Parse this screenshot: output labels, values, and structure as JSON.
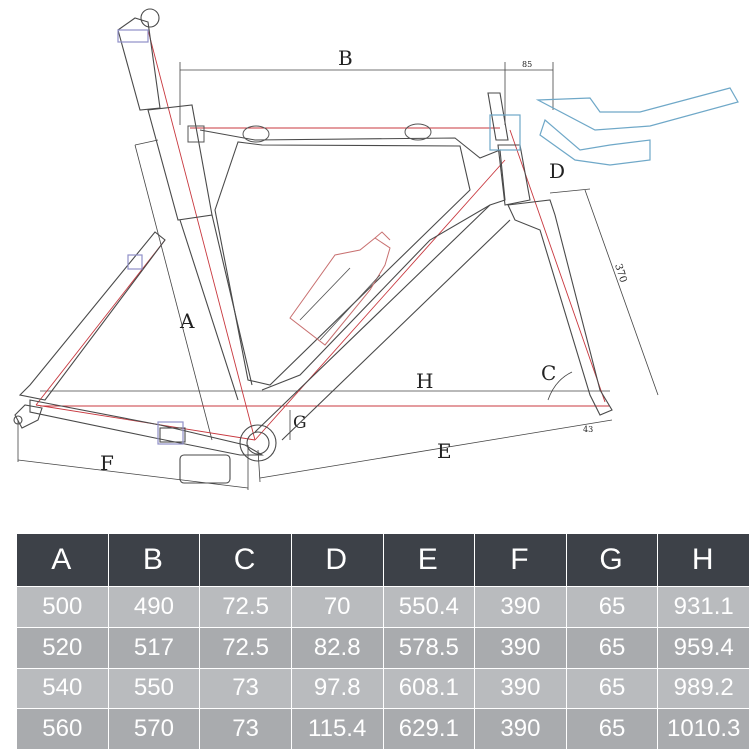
{
  "diagram": {
    "dimension_labels": {
      "a": "A",
      "b": "B",
      "c": "C",
      "d": "D",
      "e": "E",
      "f": "F",
      "g": "G",
      "h": "H"
    },
    "annotations": {
      "handlebar_offset": "85",
      "fork_length": "370",
      "fork_offset": "43"
    },
    "colors": {
      "frame_line": "#4a4a4a",
      "centerline": "#c8383f",
      "handlebar": "#6fa8c8",
      "clamp": "#9090c8"
    }
  },
  "table": {
    "headers": [
      "A",
      "B",
      "C",
      "D",
      "E",
      "F",
      "G",
      "H"
    ],
    "rows": [
      [
        "500",
        "490",
        "72.5",
        "70",
        "550.4",
        "390",
        "65",
        "931.1"
      ],
      [
        "520",
        "517",
        "72.5",
        "82.8",
        "578.5",
        "390",
        "65",
        "959.4"
      ],
      [
        "540",
        "550",
        "73",
        "97.8",
        "608.1",
        "390",
        "65",
        "989.2"
      ],
      [
        "560",
        "570",
        "73",
        "115.4",
        "629.1",
        "390",
        "65",
        "1010.3"
      ]
    ],
    "colors": {
      "header_bg": "#3d4148",
      "row_bg": "#b9bbbe",
      "text": "#ffffff"
    }
  }
}
